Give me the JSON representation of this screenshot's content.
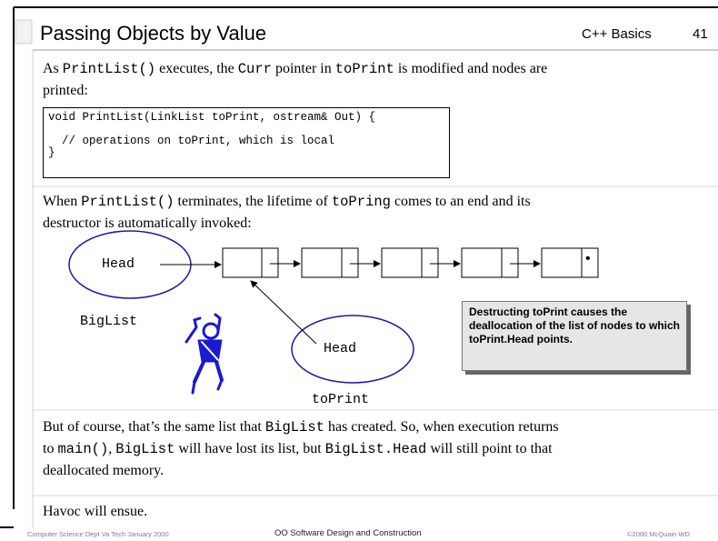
{
  "header": {
    "title": "Passing Objects by Value",
    "course": "C++ Basics",
    "slide_number": "41"
  },
  "para1": {
    "t1": "As ",
    "m1": "PrintList()",
    "t2": " executes, the ",
    "m2": "Curr",
    "t3": " pointer in ",
    "m3": "toPrint",
    "t4": " is modified and nodes are",
    "line2": "printed:"
  },
  "code": {
    "line1": "void PrintList(LinkList toPrint, ostream& Out) {",
    "line2": "",
    "line3": "  // operations on toPrint, which is local",
    "line4": "}"
  },
  "para2": {
    "t1": "When ",
    "m1": "PrintList()",
    "t2": " terminates, the lifetime of ",
    "m2": "toPring",
    "t3": " comes to an end and its",
    "line2": "destructor is automatically invoked:"
  },
  "diagram": {
    "biglist_head": "Head",
    "biglist_label": "BigList",
    "toprint_head": "Head",
    "toprint_label": "toPrint",
    "null_marker": "•",
    "node_count": 5
  },
  "note": {
    "text": "Destructing toPrint causes the deallocation of the list of nodes to which toPrint.Head points."
  },
  "para3": {
    "t1": "But of course, that’s the same list that ",
    "m1": "BigList",
    "t2": " has created.  So, when execution returns",
    "t3": "to ",
    "m2": "main()",
    "t4": ", ",
    "m3": "BigList",
    "t5": " will have lost its list, but ",
    "m4": "BigList.Head",
    "t6": " will still point to that",
    "line3": "deallocated memory."
  },
  "para4": {
    "text": "Havoc will ensue."
  },
  "footer": {
    "left": "Computer Science Dept Va Tech January 2000",
    "center": "OO Software Design and Construction",
    "right": "©2000  McQuain WD"
  },
  "colors": {
    "title_rule": "#000000",
    "oval_stroke": "#1a1aa8",
    "figure_fill": "#1a1ad0",
    "note_bg": "#e6e6e6"
  }
}
